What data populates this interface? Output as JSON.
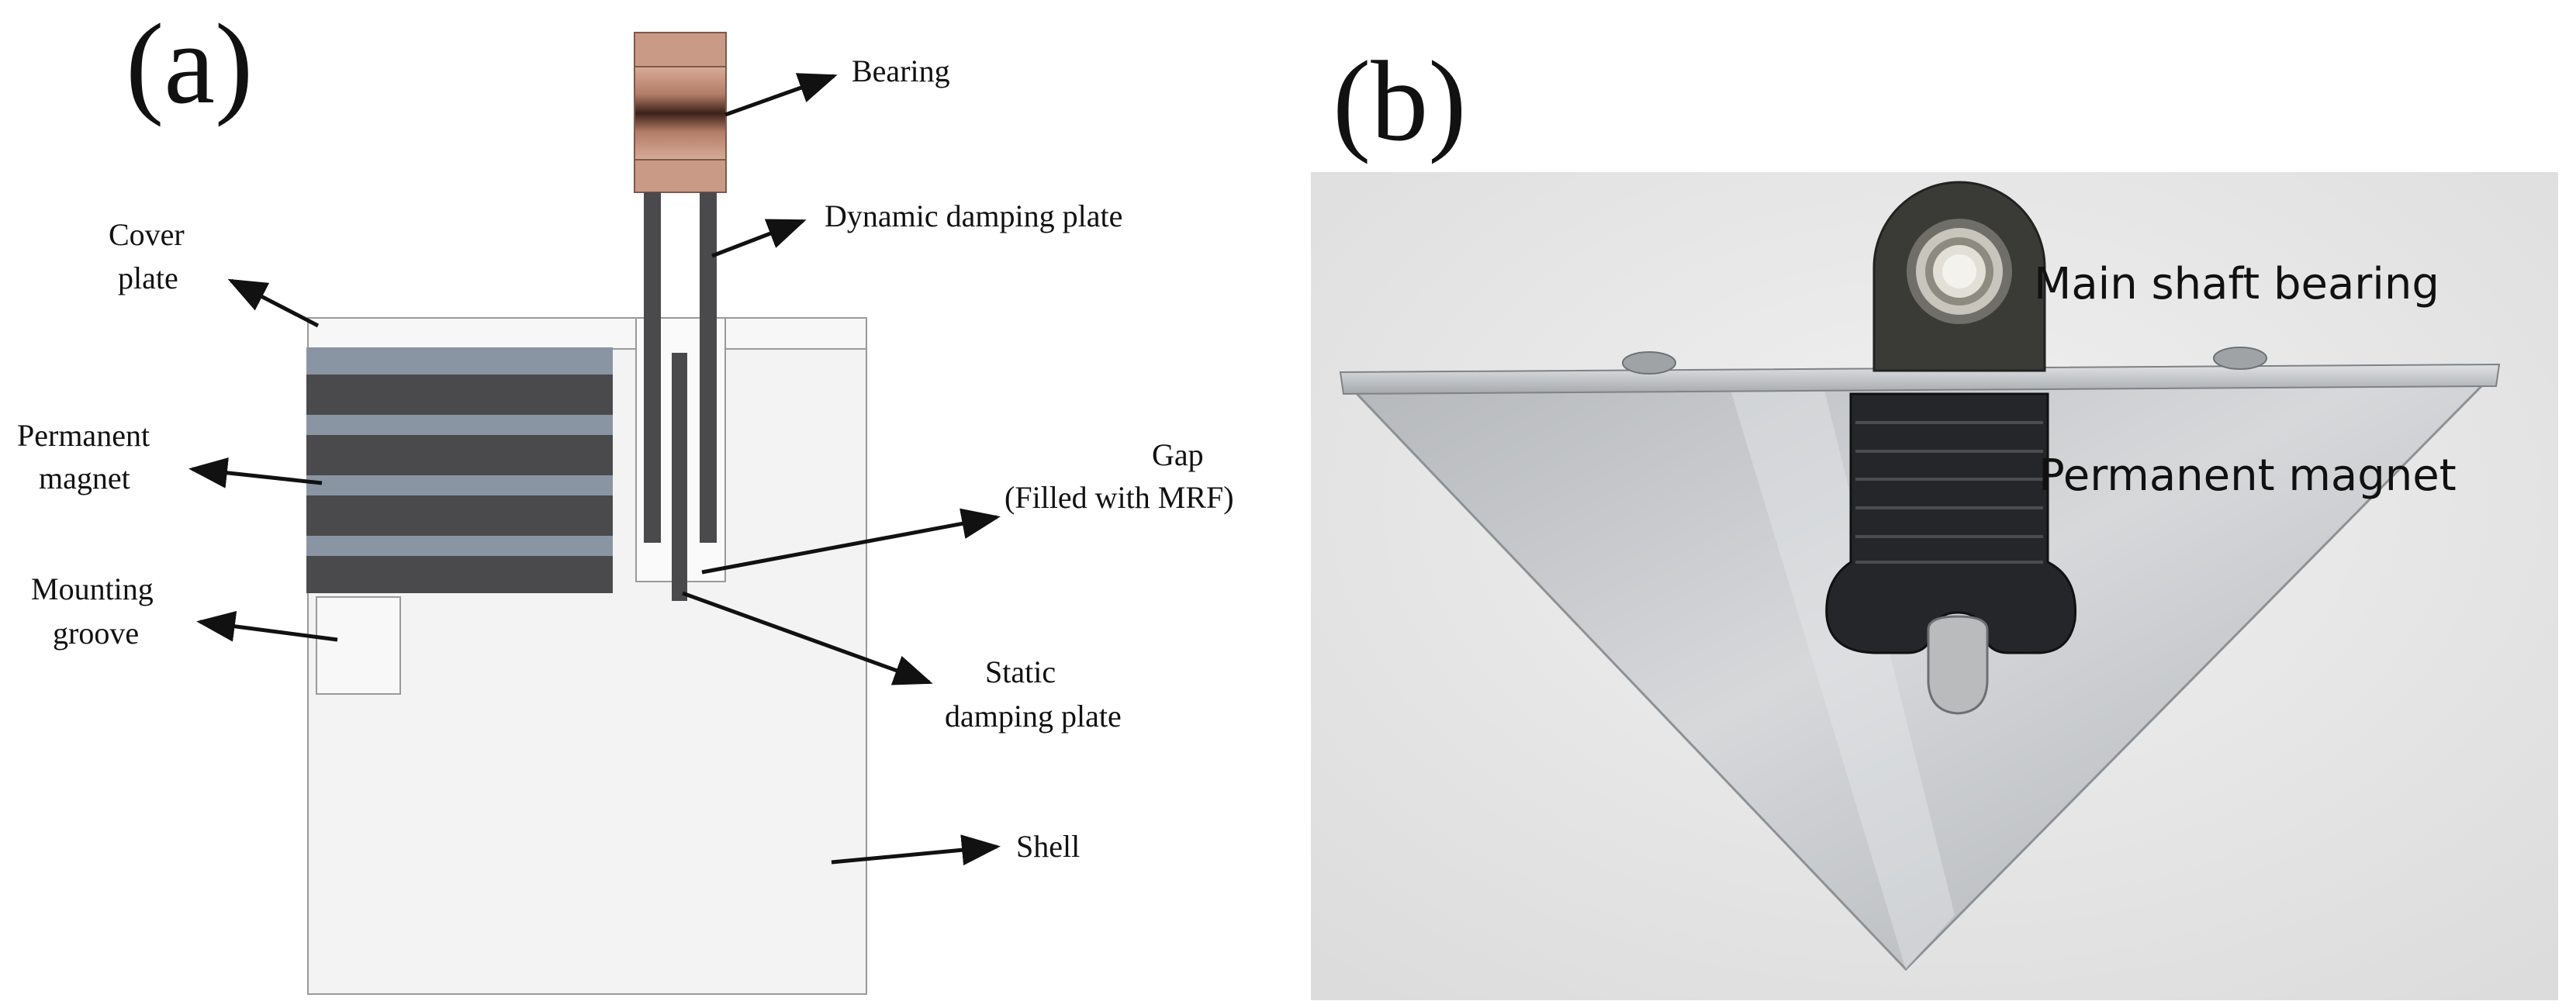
{
  "panel_a": {
    "letter": "(a)",
    "labels": {
      "bearing": "Bearing",
      "dynamic_damping_plate": "Dynamic damping plate",
      "cover_plate_1": "Cover",
      "cover_plate_2": "plate",
      "permanent_magnet_1": "Permanent",
      "permanent_magnet_2": "magnet",
      "gap_1": "Gap",
      "gap_2": "(Filled with MRF)",
      "mounting_groove_1": "Mounting",
      "mounting_groove_2": "groove",
      "static_damping_plate_1": "Static",
      "static_damping_plate_2": "damping plate",
      "shell": "Shell"
    }
  },
  "panel_b": {
    "letter": "(b)",
    "labels": {
      "main_shaft_bearing": "Main shaft bearing",
      "permanent_magnet": "Permanent magnet"
    }
  },
  "colors": {
    "magnet_dark": "#4a4a4c",
    "magnet_light": "#8a95a3",
    "bearing": "#c99a85",
    "shell": "#f3f3f3",
    "photo_bg": "#e9e9e9",
    "aluminum": "#c4c6c8"
  }
}
